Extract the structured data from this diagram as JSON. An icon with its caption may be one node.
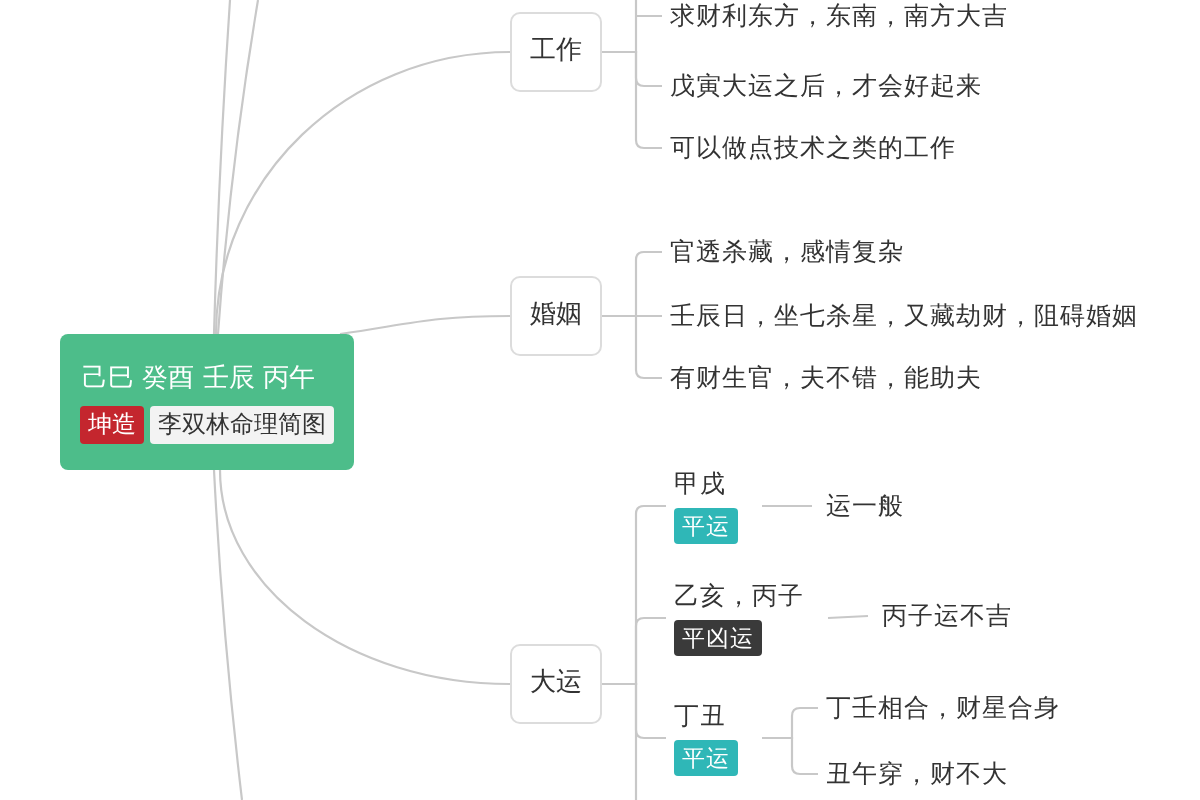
{
  "diagram": {
    "nodes": [
      {
        "text": [
          "己巳 癸酉 壬辰 丙午"
        ]
      },
      {
        "text": [
          "坤造"
        ],
        "in": 0
      },
      {
        "text": [
          "李双林命理简图"
        ],
        "in": 0
      },
      {
        "text": [
          "工作"
        ]
      },
      {
        "text": [
          "求财利东方，东南，南方大吉"
        ]
      },
      {
        "text": [
          "戊寅大运之后，才会好起来"
        ]
      },
      {
        "text": [
          "可以做点技术之类的工作"
        ]
      },
      {
        "text": [
          "婚姻"
        ]
      },
      {
        "text": [
          "官透杀藏，感情复杂"
        ]
      },
      {
        "text": [
          "壬辰日，坐七杀星，又藏劫财，阻碍婚姻"
        ]
      },
      {
        "text": [
          "有财生官，夫不错，能助夫"
        ]
      },
      {
        "text": [
          "大运"
        ]
      },
      {
        "text": [
          "甲戌"
        ]
      },
      {
        "text": [
          "平运"
        ],
        "in": 12
      },
      {
        "text": [
          "运一般"
        ]
      },
      {
        "text": [
          "乙亥，丙子"
        ]
      },
      {
        "text": [
          "平凶运"
        ],
        "in": 15
      },
      {
        "text": [
          "丙子运不吉"
        ]
      },
      {
        "text": [
          "丁丑"
        ]
      },
      {
        "text": [
          "平运"
        ],
        "in": 18
      },
      {
        "text": [
          "丁壬相合，财星合身"
        ]
      },
      {
        "text": [
          "丑午穿，财不大"
        ]
      }
    ],
    "edges": [
      {
        "from": 0,
        "to": 3,
        "arrow": "none"
      },
      {
        "from": 0,
        "to": 7,
        "arrow": "none"
      },
      {
        "from": 0,
        "to": 11,
        "arrow": "none"
      },
      {
        "from": 0,
        "to": null,
        "arrow": "none"
      },
      {
        "from": 0,
        "to": null,
        "arrow": "none"
      },
      {
        "from": 0,
        "to": null,
        "arrow": "none"
      },
      {
        "from": 3,
        "to": 4,
        "arrow": "none"
      },
      {
        "from": 3,
        "to": 5,
        "arrow": "none"
      },
      {
        "from": 3,
        "to": 6,
        "arrow": "none"
      },
      {
        "from": 7,
        "to": 8,
        "arrow": "none"
      },
      {
        "from": 7,
        "to": 9,
        "arrow": "none"
      },
      {
        "from": 7,
        "to": 10,
        "arrow": "none"
      },
      {
        "from": 11,
        "to": 12,
        "arrow": "none"
      },
      {
        "from": 11,
        "to": 15,
        "arrow": "none"
      },
      {
        "from": 11,
        "to": 18,
        "arrow": "none"
      },
      {
        "from": 11,
        "to": null,
        "arrow": "none"
      },
      {
        "from": 12,
        "to": 14,
        "arrow": "none"
      },
      {
        "from": 15,
        "to": 17,
        "arrow": "none"
      },
      {
        "from": 18,
        "to": 20,
        "arrow": "none"
      },
      {
        "from": 18,
        "to": 21,
        "arrow": "none"
      }
    ]
  }
}
